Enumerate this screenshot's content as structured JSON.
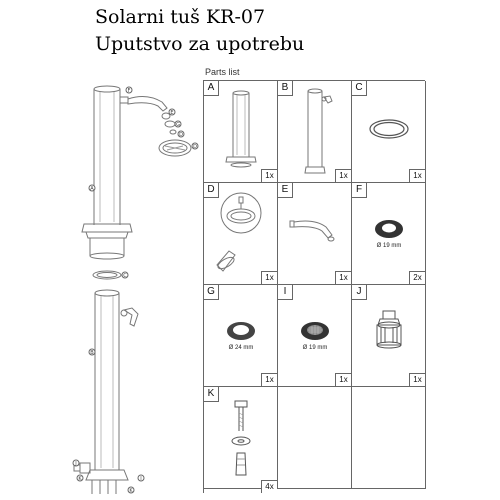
{
  "header": {
    "title_line1": "Solarni tuš  KR-07",
    "title_line2": "Uputstvo za upotrebu"
  },
  "parts_list": {
    "label": "Parts list",
    "parts": [
      {
        "letter": "A",
        "qty": "1x"
      },
      {
        "letter": "B",
        "qty": "1x"
      },
      {
        "letter": "C",
        "qty": "1x"
      },
      {
        "letter": "D",
        "qty": "1x"
      },
      {
        "letter": "E",
        "qty": "1x"
      },
      {
        "letter": "F",
        "qty": "2x",
        "size": "Ø 19 mm"
      },
      {
        "letter": "G",
        "qty": "1x",
        "size": "Ø 24 mm"
      },
      {
        "letter": "I",
        "qty": "1x",
        "size": "Ø 19 mm"
      },
      {
        "letter": "J",
        "qty": "1x"
      },
      {
        "letter": "K",
        "qty": "4x"
      }
    ]
  },
  "assembly": {
    "callouts": [
      "F",
      "E",
      "G",
      "D",
      "D",
      "A",
      "C",
      "B",
      "J",
      "K",
      "K",
      "I"
    ]
  }
}
